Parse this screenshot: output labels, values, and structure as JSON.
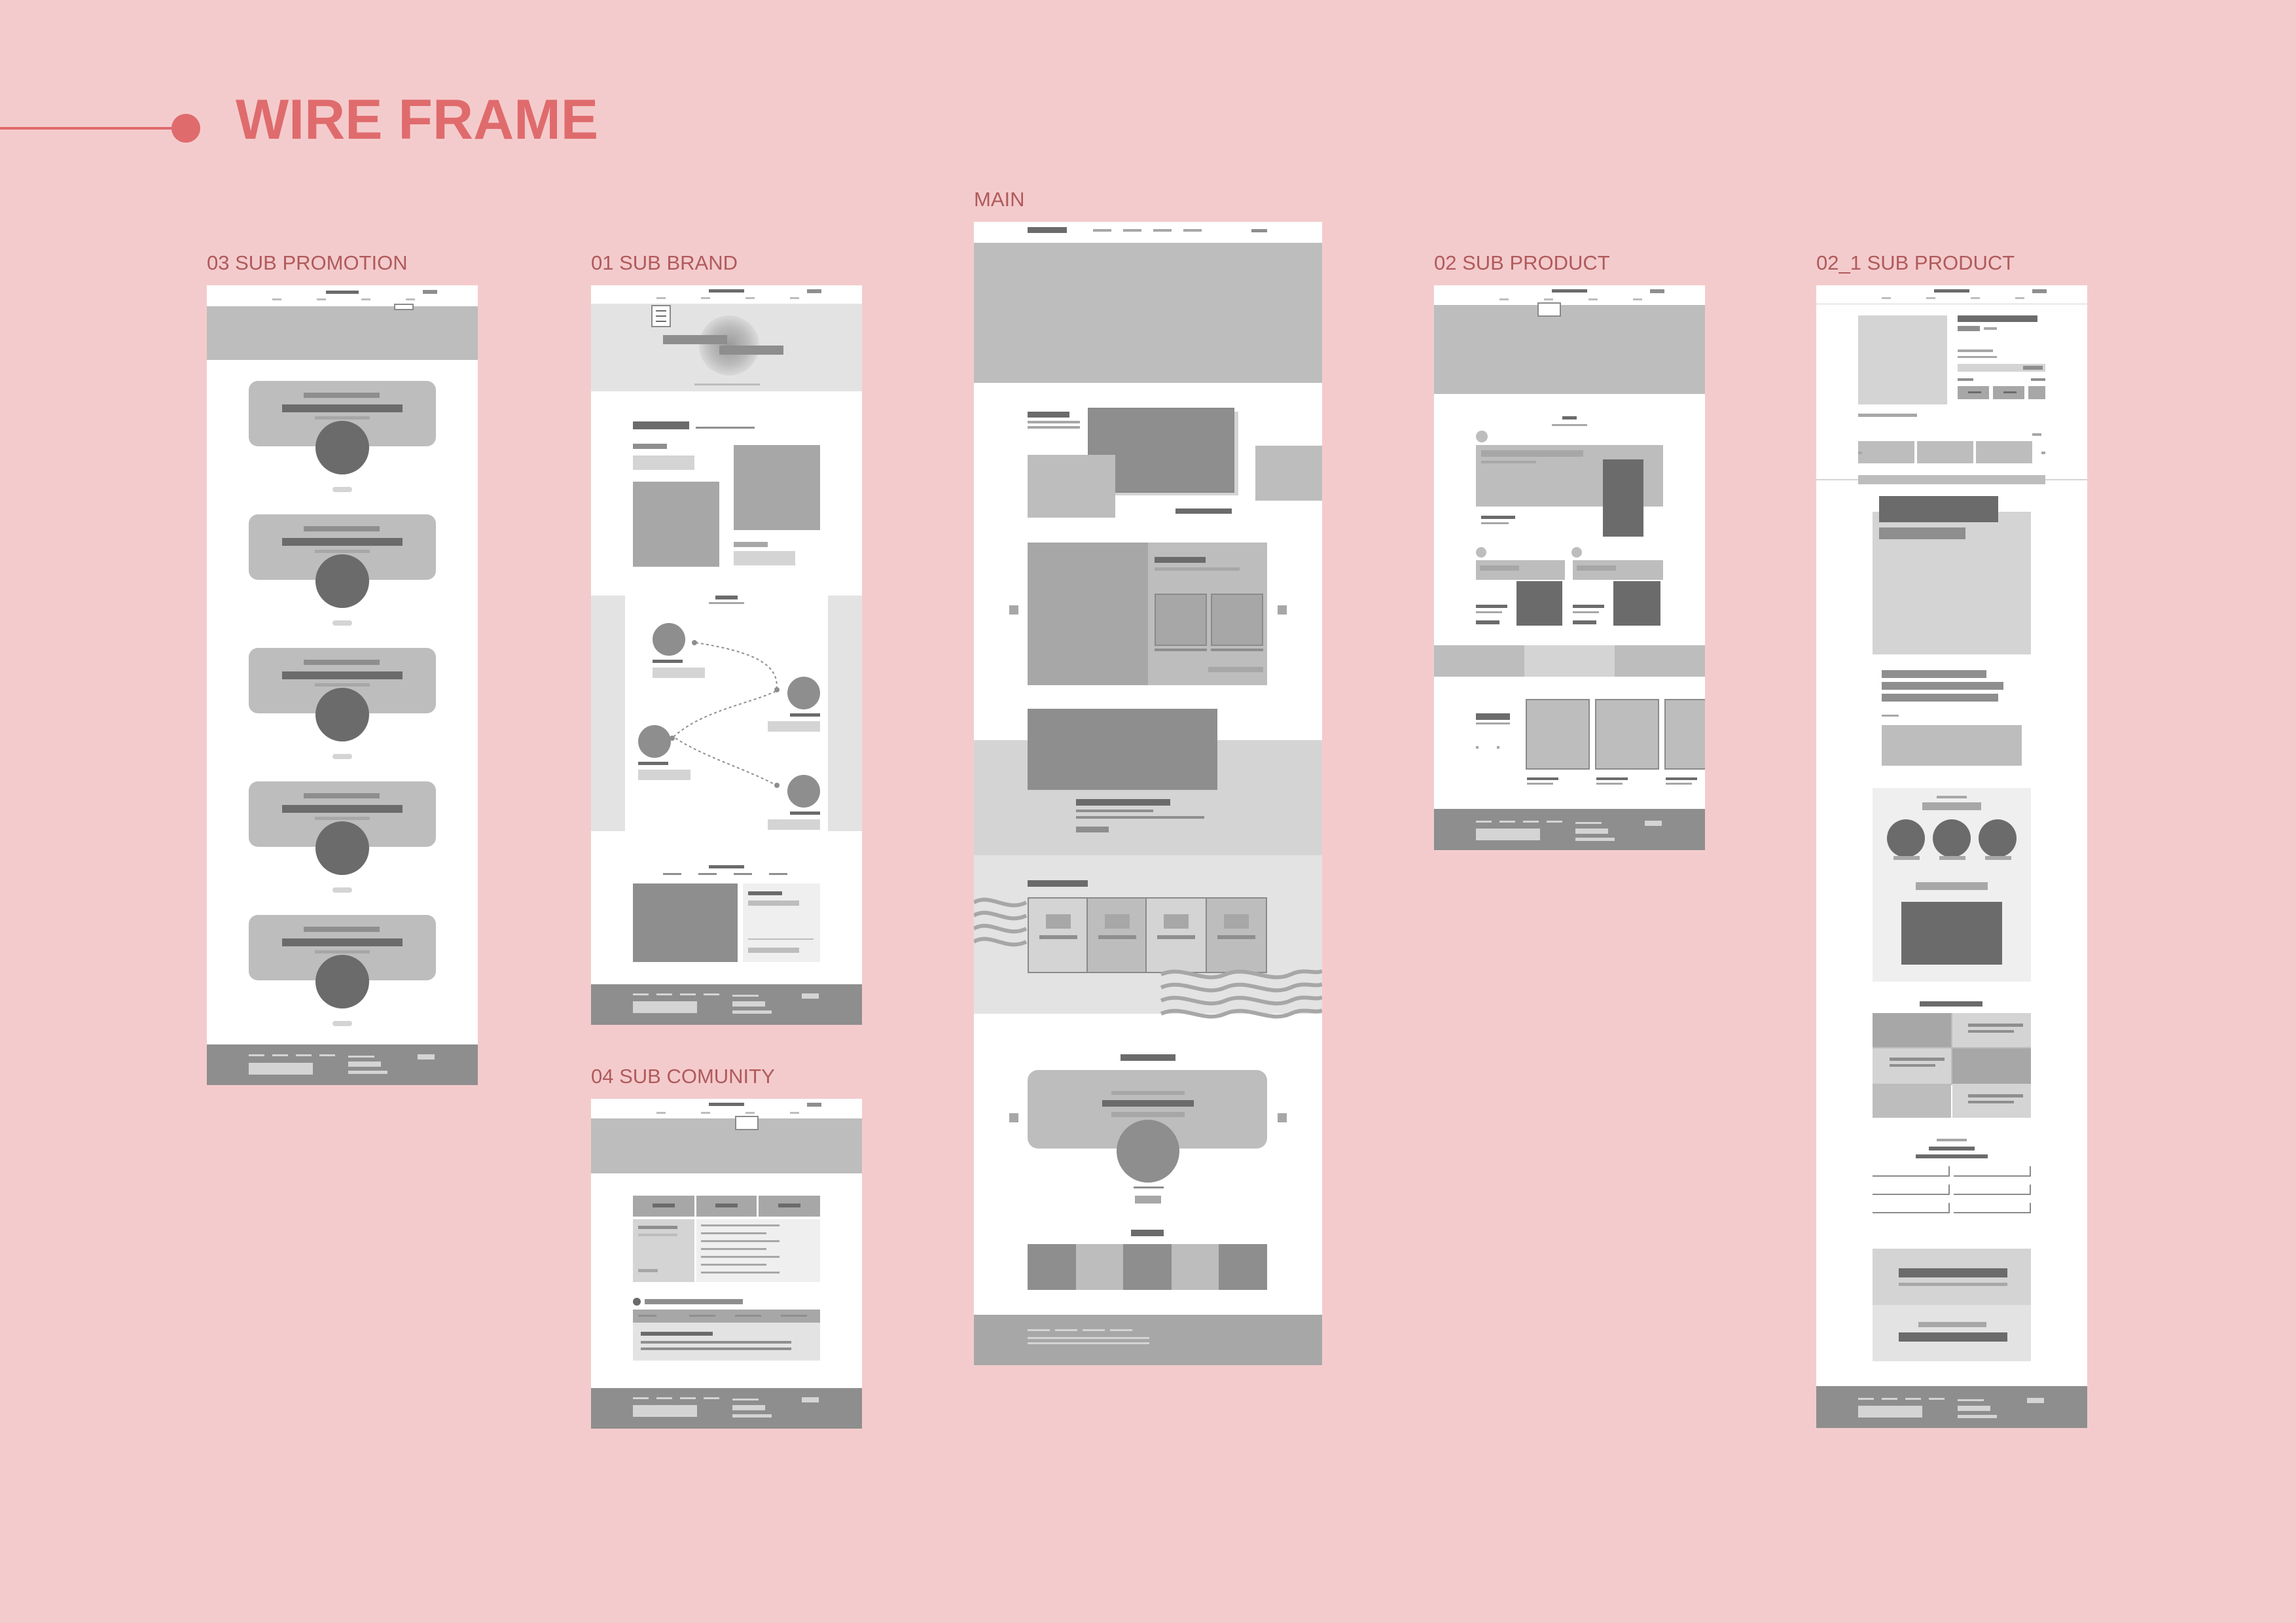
{
  "header": {
    "title": "WIRE FRAME"
  },
  "frames": {
    "sub_promotion": {
      "label": "03 SUB PROMOTION"
    },
    "sub_brand": {
      "label": "01 SUB BRAND"
    },
    "sub_comunity": {
      "label": "04 SUB COMUNITY"
    },
    "main": {
      "label": "MAIN"
    },
    "sub_product": {
      "label": "02 SUB PRODUCT"
    },
    "sub_product_2_1": {
      "label": "02_1 SUB PRODUCT"
    }
  },
  "colors": {
    "background": "#f4cbcc",
    "accent": "#df6b6d",
    "label": "#b05a5c"
  }
}
